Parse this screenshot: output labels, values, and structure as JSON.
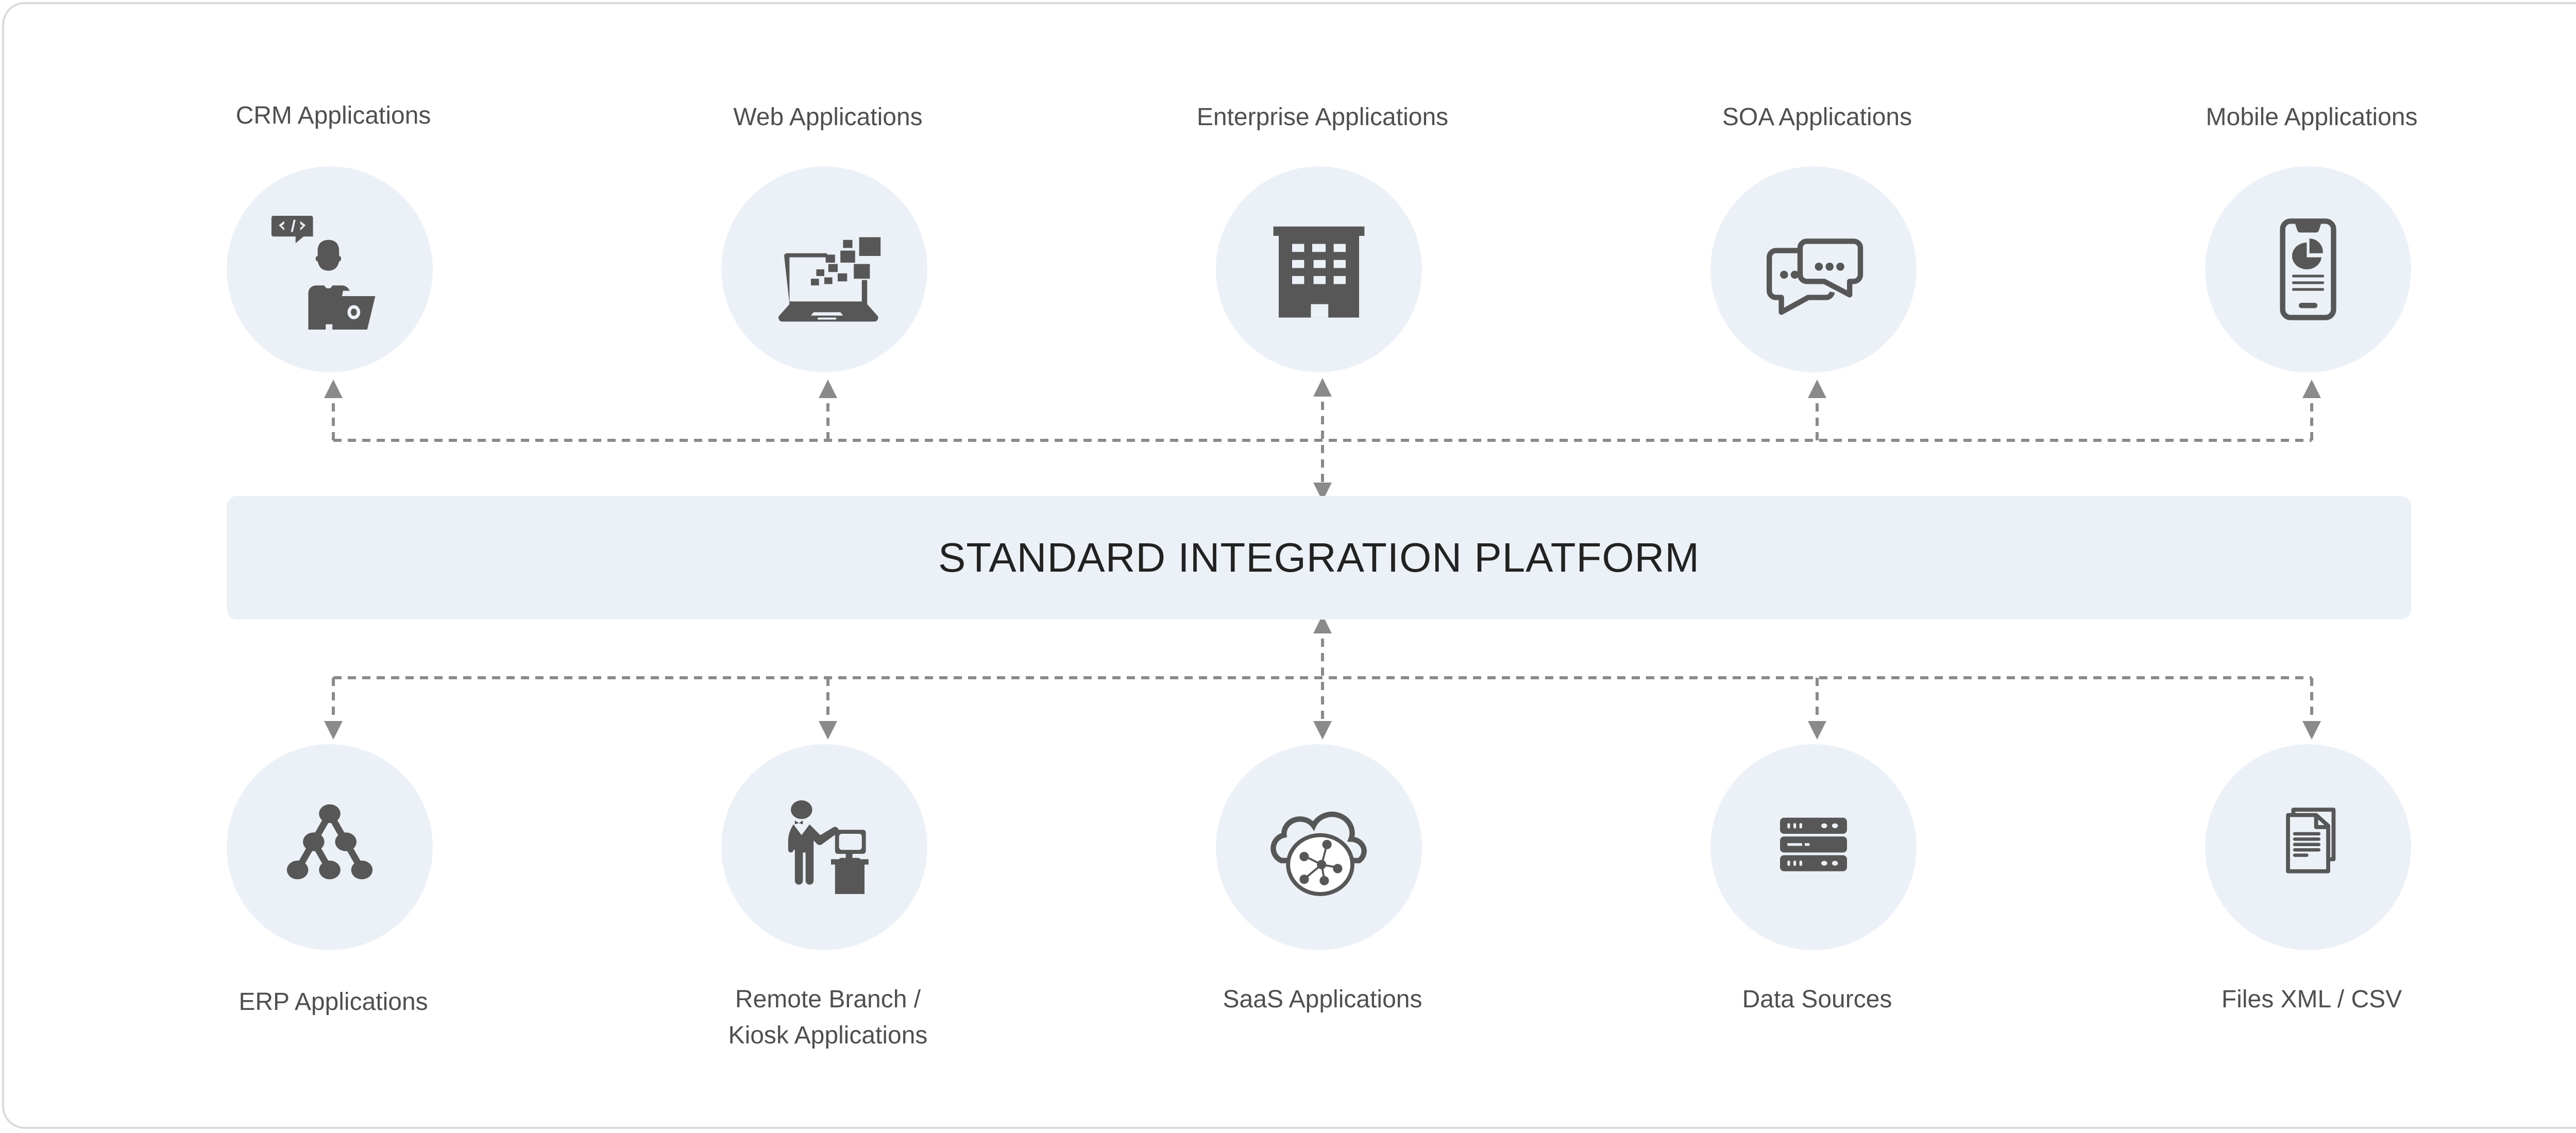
{
  "colors": {
    "node_fill": "#ecf1f8",
    "icon": "#575757",
    "connector": "#8a8a8a",
    "label_text": "#4f4f4f",
    "platform_text": "#222222",
    "frame_border": "#d9dadc"
  },
  "platform": {
    "title": "STANDARD INTEGRATION PLATFORM"
  },
  "top_nodes": [
    {
      "label": "CRM Applications",
      "icon": "developer-laptop-icon"
    },
    {
      "label": "Web Applications",
      "icon": "laptop-pixels-icon"
    },
    {
      "label": "Enterprise Applications",
      "icon": "office-building-icon"
    },
    {
      "label": "SOA Applications",
      "icon": "chat-bubbles-icon"
    },
    {
      "label": "Mobile Applications",
      "icon": "smartphone-report-icon"
    }
  ],
  "bottom_nodes": [
    {
      "label": "ERP Applications",
      "icon": "hierarchy-tree-icon"
    },
    {
      "label": "Remote Branch /\nKiosk Applications",
      "icon": "kiosk-attendant-icon"
    },
    {
      "label": "SaaS Applications",
      "icon": "cloud-network-icon"
    },
    {
      "label": "Data Sources",
      "icon": "server-rack-icon"
    },
    {
      "label": "Files XML / CSV",
      "icon": "documents-icon"
    }
  ],
  "connections": {
    "top_bus": "bidirectional",
    "bottom_bus": "bidirectional"
  }
}
